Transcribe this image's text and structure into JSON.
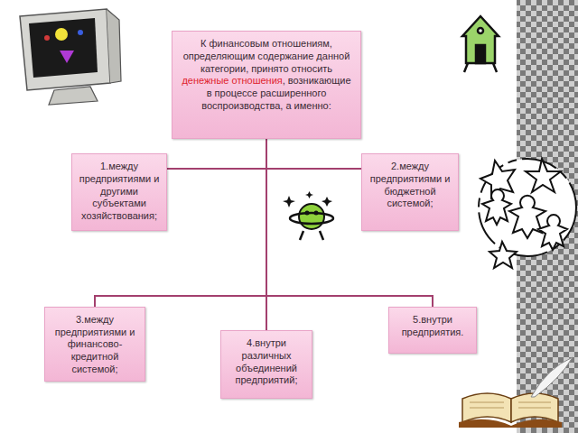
{
  "diagram": {
    "nodes": [
      {
        "text": [
          "К финансовым отношениям, определяющим содержание данной категории, принято относить",
          "денежные отношения",
          ", возникающие в процессе расширенного воспроизводства, а именно:"
        ]
      },
      {
        "text": [
          "1.между предприятиями и другими субъектами хозяйствования;"
        ]
      },
      {
        "text": [
          "2.между предприятиями и бюджетной системой;"
        ]
      },
      {
        "text": [
          "3.между предприятиями и финансово-кредитной системой;"
        ]
      },
      {
        "text": [
          "4.внутри различных объединений предприятий;"
        ]
      },
      {
        "text": [
          "5.внутри предприятия."
        ]
      }
    ],
    "edges": [
      {
        "from": 0,
        "to": 1,
        "arrow": "none"
      },
      {
        "from": 0,
        "to": 2,
        "arrow": "none"
      },
      {
        "from": 0,
        "to": 3,
        "arrow": "none"
      },
      {
        "from": 0,
        "to": 4,
        "arrow": "none"
      },
      {
        "from": 0,
        "to": 5,
        "arrow": "none"
      }
    ]
  }
}
